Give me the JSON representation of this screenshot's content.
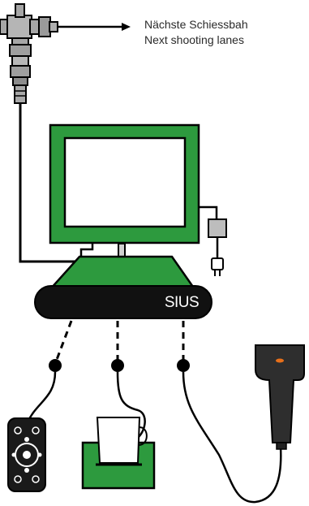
{
  "labels": {
    "next_lanes_de": "Nächste Schiessbah",
    "next_lanes_en": "Next shooting lanes",
    "brand": "SIUS"
  },
  "colors": {
    "green": "#2d9a3e",
    "green_dark": "#1f7d30",
    "black": "#111111",
    "gray": "#9b9b9b",
    "scanner": "#2e2e2e",
    "scanner_led": "#e8701a"
  }
}
